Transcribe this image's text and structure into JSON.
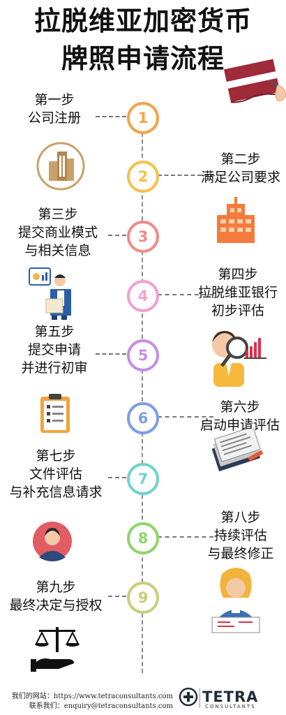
{
  "title": {
    "line1": "拉脱维亚加密货币",
    "line2": "牌照申请流程"
  },
  "steps": [
    {
      "number": "1",
      "color": "#f5a24a",
      "lines": [
        "第一步",
        "公司注册"
      ],
      "icon": "building-icon"
    },
    {
      "number": "2",
      "color": "#f7c04a",
      "lines": [
        "第二步",
        "满足公司要求"
      ],
      "icon": "office-building-icon"
    },
    {
      "number": "3",
      "color": "#f08a8a",
      "lines": [
        "第三步",
        "提交商业模式",
        "与相关信息"
      ],
      "icon": "presenter-icon"
    },
    {
      "number": "4",
      "color": "#f4a0d0",
      "lines": [
        "第四步",
        "拉脱维亚银行",
        "初步评估"
      ],
      "icon": "magnifier-analyst-icon"
    },
    {
      "number": "5",
      "color": "#c38ee8",
      "lines": [
        "第五步",
        "提交申请",
        "并进行初审"
      ],
      "icon": "clipboard-checklist-icon"
    },
    {
      "number": "6",
      "color": "#7f9ce6",
      "lines": [
        "第六步",
        "启动申请评估"
      ],
      "icon": "documents-stack-icon"
    },
    {
      "number": "7",
      "color": "#6fd3cf",
      "lines": [
        "第七步",
        "文件评估",
        "与补充信息请求"
      ],
      "icon": "user-avatar-icon"
    },
    {
      "number": "8",
      "color": "#8ed66a",
      "lines": [
        "第八步",
        "持续评估",
        "与最终修正"
      ],
      "icon": "reviewer-desk-icon"
    },
    {
      "number": "9",
      "color": "#c7cf7a",
      "lines": [
        "第九步",
        "最终决定与授权"
      ],
      "icon": "scales-hand-icon"
    }
  ],
  "footer": {
    "website": "我们的网站：https://www.tetraconsultants.com",
    "contact": "联系我们：enquiry@tetraconsultants.com",
    "brand_name": "TETRA",
    "brand_sub": "CONSULTANTS"
  },
  "colors": {
    "flag_maroon": "#9e2a3a",
    "flag_white": "#ffffff",
    "brand_dark": "#1f2c3c"
  }
}
